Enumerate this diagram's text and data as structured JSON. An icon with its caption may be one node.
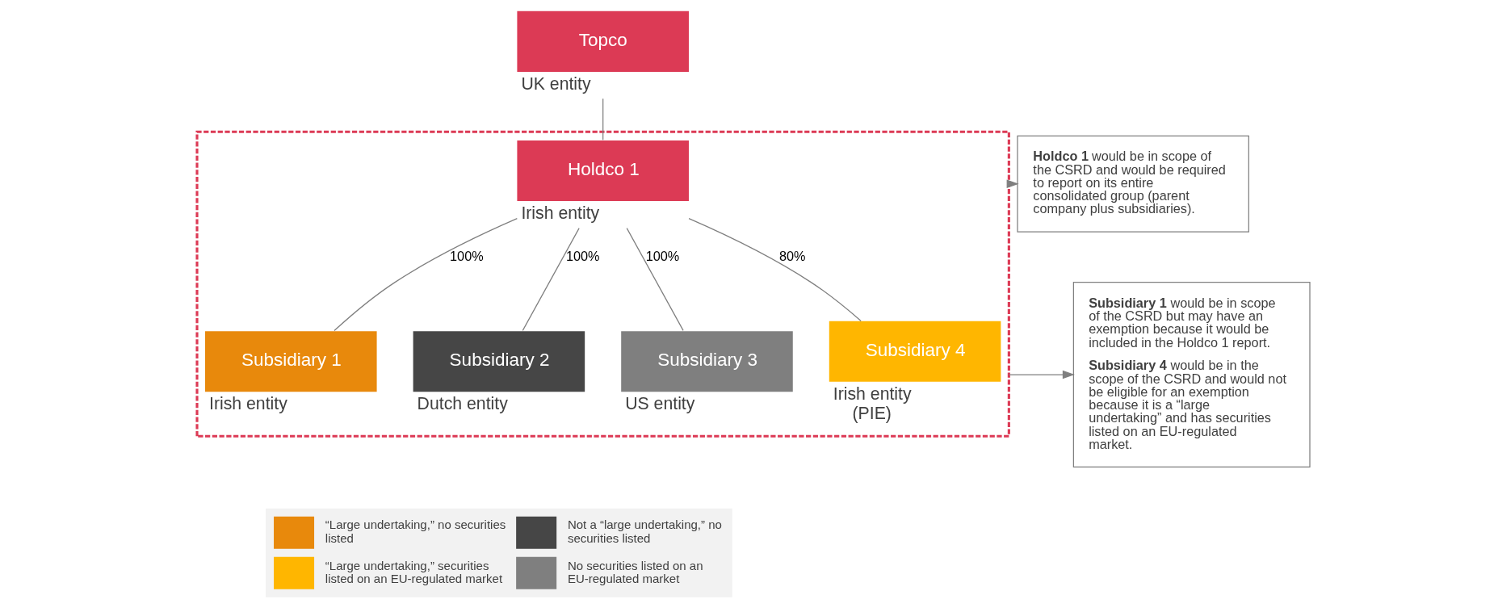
{
  "diagram": {
    "nodes": [
      {
        "text": [
          "Topco"
        ],
        "beside": [
          "UK entity"
        ]
      },
      {
        "text": [],
        "shape": "box"
      },
      {
        "text": [
          "Holdco 1"
        ],
        "beside": [
          "Irish entity"
        ],
        "in": 1
      },
      {
        "text": [
          "Subsidiary 1"
        ],
        "beside": [
          "Irish entity"
        ],
        "in": 1
      },
      {
        "text": [
          "Subsidiary 2"
        ],
        "beside": [
          "Dutch entity"
        ],
        "in": 1
      },
      {
        "text": [
          "Subsidiary 3"
        ],
        "beside": [
          "US entity"
        ],
        "in": 1
      },
      {
        "text": [
          "Subsidiary 4"
        ],
        "beside": [
          "Irish entity (PIE)"
        ],
        "in": 1
      },
      {
        "text": [
          "**Holdco 1** would be in scope of the CSRD and would be required to report on its entire consolidated group (parent company plus subsidiaries)."
        ]
      },
      {
        "text": [
          "**Subsidiary 1** would be in scope of the CSRD but may have an exemption because it would be included in the Holdco 1 report.",
          "**Subsidiary 4** would be in the scope of the CSRD and would not be eligible for an exemption because it is a “large undertaking” and has securities listed on an EU-regulated market."
        ]
      }
    ],
    "edges": [
      {
        "from": 0,
        "to": 2,
        "arrow": "none"
      },
      {
        "from": 2,
        "to": 3,
        "arrow": "none",
        "label": "100%"
      },
      {
        "from": 2,
        "to": 4,
        "arrow": "none",
        "label": "100%"
      },
      {
        "from": 2,
        "to": 5,
        "arrow": "none",
        "label": "100%"
      },
      {
        "from": 2,
        "to": 6,
        "arrow": "none",
        "label": "80%"
      },
      {
        "from": 1,
        "to": 7,
        "arrow": "to",
        "color": "#7f7f7f"
      },
      {
        "from": 1,
        "to": 8,
        "arrow": "to",
        "color": "#7f7f7f"
      }
    ],
    "legend": [
      {
        "text": "“Large undertaking,” no securities listed",
        "color": "#e8890c"
      },
      {
        "text": "Not a “large undertaking,” no securities listed",
        "color": "#464646"
      },
      {
        "text": "“Large undertaking,” securities listed on an EU-regulated market",
        "color": "#ffb600"
      },
      {
        "text": "No securities listed on an EU-regulated market",
        "color": "#7f7f7f"
      }
    ]
  }
}
